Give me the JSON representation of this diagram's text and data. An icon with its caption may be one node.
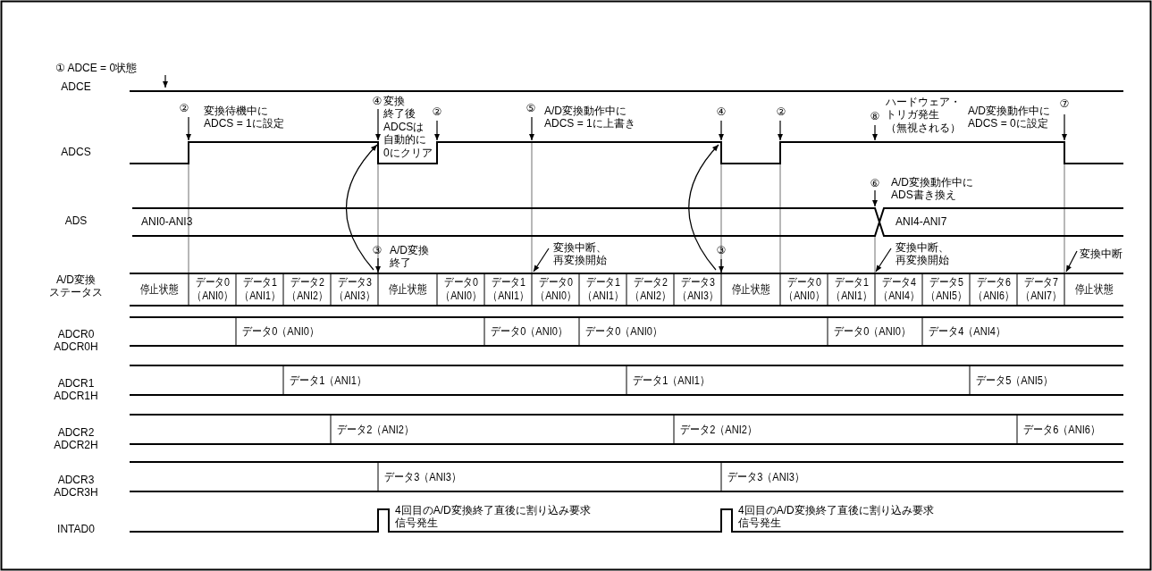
{
  "diagram": {
    "labels": [
      "① ADCE = 0状態",
      "ADCE",
      "②",
      "変換待機中にADCS = 1に設定",
      "④",
      "変換終了後ADCSは自動的に0にクリア",
      "②",
      "⑤",
      "A/D変換動作中にADCS = 1に上書き",
      "④",
      "②",
      "⑧",
      "ハードウェア・トリガ発生（無視される）",
      "A/D変換動作中にADCS = 0に設定",
      "⑦",
      "ADCS",
      "⑥",
      "A/D変換動作中にADS書き換え",
      "ADS",
      "ANI0-ANI3",
      "ANI4-ANI7",
      "③",
      "A/D変換終了",
      "変換中断、再変換開始",
      "③",
      "変換中断、再変換開始",
      "変換中断",
      "A/D変換ステータス",
      "停止状態",
      "データ0（ANI0）",
      "データ1（ANI1）",
      "データ2（ANI2）",
      "データ3（ANI3）",
      "停止状態",
      "データ0（ANI0）",
      "データ1（ANI1）",
      "データ0（ANI0）",
      "データ1（ANI1）",
      "データ2（ANI2）",
      "データ3（ANI3）",
      "停止状態",
      "データ0（ANI0）",
      "データ1（ANI1）",
      "データ4（ANI4）",
      "データ5（ANI5）",
      "データ6（ANI6）",
      "データ7（ANI7）",
      "停止状態",
      "ADCR0 ADCR0H",
      "データ0（ANI0）",
      "データ0（ANI0）",
      "データ0（ANI0）",
      "データ0（ANI0）",
      "データ4（ANI4）",
      "ADCR1 ADCR1H",
      "データ1（ANI1）",
      "データ1（ANI1）",
      "データ5（ANI5）",
      "ADCR2 ADCR2H",
      "データ2（ANI2）",
      "データ2（ANI2）",
      "データ6（ANI6）",
      "ADCR3 ADCR3H",
      "データ3（ANI3）",
      "データ3（ANI3）",
      "INTAD0",
      "4回目のA/D変換終了直後に割り込み要求信号発生",
      "4回目のA/D変換終了直後に割り込み要求信号発生"
    ]
  }
}
